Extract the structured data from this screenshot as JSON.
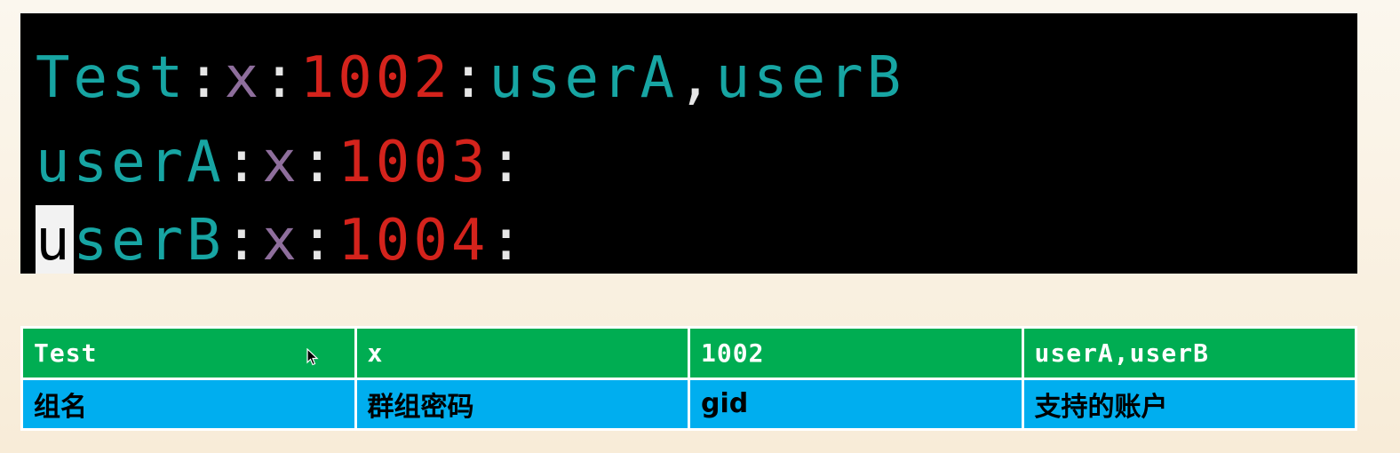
{
  "terminal": {
    "lines": [
      {
        "segments": [
          {
            "text": "Test",
            "color": "teal"
          },
          {
            "text": ":",
            "color": "white"
          },
          {
            "text": "x",
            "color": "purple"
          },
          {
            "text": ":",
            "color": "white"
          },
          {
            "text": "1002",
            "color": "red"
          },
          {
            "text": ":",
            "color": "white"
          },
          {
            "text": "userA",
            "color": "teal"
          },
          {
            "text": ",",
            "color": "white"
          },
          {
            "text": "userB",
            "color": "teal"
          }
        ]
      },
      {
        "segments": [
          {
            "text": "userA",
            "color": "teal"
          },
          {
            "text": ":",
            "color": "white"
          },
          {
            "text": "x",
            "color": "purple"
          },
          {
            "text": ":",
            "color": "white"
          },
          {
            "text": "1003",
            "color": "red"
          },
          {
            "text": ":",
            "color": "white"
          }
        ]
      },
      {
        "cursor_char": "u",
        "segments": [
          {
            "text": "serB",
            "color": "teal"
          },
          {
            "text": ":",
            "color": "white"
          },
          {
            "text": "x",
            "color": "purple"
          },
          {
            "text": ":",
            "color": "white"
          },
          {
            "text": "1004",
            "color": "red"
          },
          {
            "text": ":",
            "color": "white"
          }
        ]
      }
    ],
    "colors": {
      "background": "#000000",
      "teal": "#17a5a3",
      "white": "#e6e6e6",
      "purple": "#8e6e9c",
      "red": "#d4231c",
      "cursor": "#f2f2f2"
    }
  },
  "table": {
    "header": [
      "Test",
      "x",
      "1002",
      "userA,userB"
    ],
    "description": [
      "组名",
      "群组密码",
      "gid",
      "支持的账户"
    ],
    "colors": {
      "header_bg": "#00ad52",
      "description_bg": "#00aeef"
    }
  }
}
